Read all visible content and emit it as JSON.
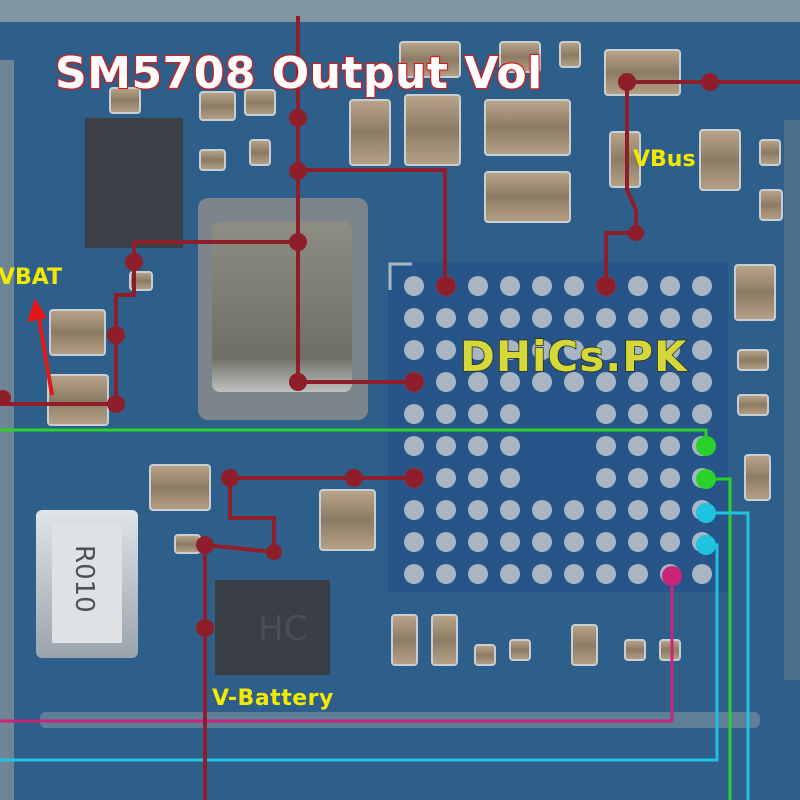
{
  "labels": {
    "title": "SM5708 Output Vol",
    "vbus": "VBus",
    "vbat": "VBAT",
    "v_battery": "V-Battery",
    "watermark": "DHiCs.PK",
    "resistor_marking": "R010",
    "chip_marking": "HC"
  },
  "colors": {
    "board_blue": "#2d5f8a",
    "trace_red": "#8e1f2a",
    "trace_green": "#2bd12b",
    "trace_cyan": "#1ec3e0",
    "trace_magenta": "#c8247a",
    "arrow_red": "#e01818",
    "label_yellow": "#f3e800",
    "ball_grey": "#a7b6c2"
  },
  "bga": {
    "rows": 10,
    "cols": 10,
    "missing_center": true
  }
}
